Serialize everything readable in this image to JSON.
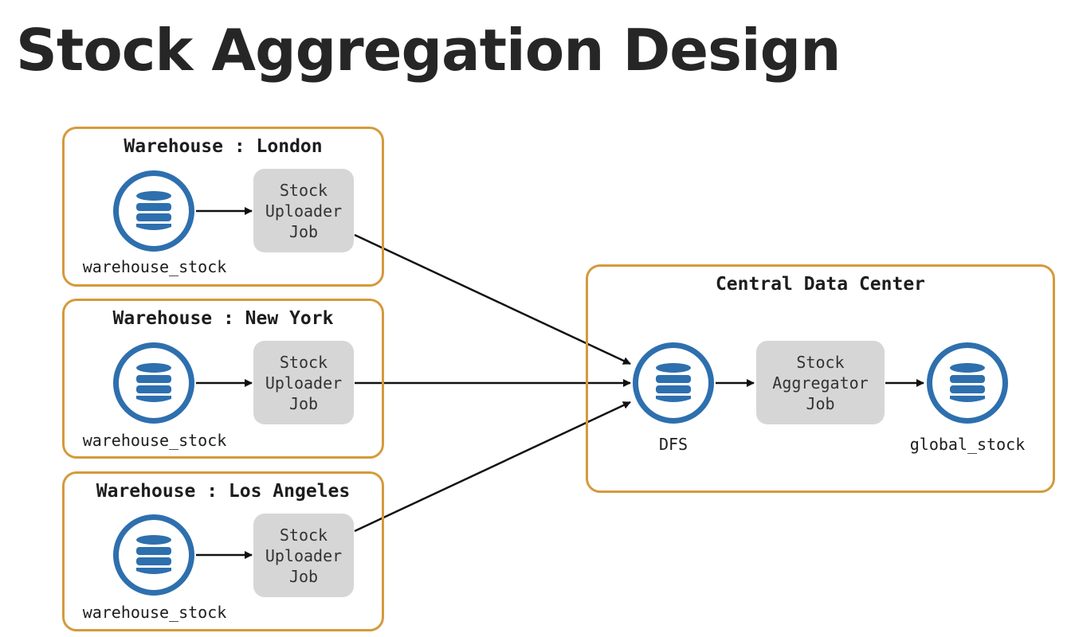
{
  "title": "Stock Aggregation Design",
  "warehouses": [
    {
      "title": "Warehouse : London",
      "db_label": "warehouse_stock",
      "job_lines": [
        "Stock",
        "Uploader",
        "Job"
      ],
      "db_icon": "database-icon"
    },
    {
      "title": "Warehouse : New York",
      "db_label": "warehouse_stock",
      "job_lines": [
        "Stock",
        "Uploader",
        "Job"
      ],
      "db_icon": "database-icon"
    },
    {
      "title": "Warehouse : Los Angeles",
      "db_label": "warehouse_stock",
      "job_lines": [
        "Stock",
        "Uploader",
        "Job"
      ],
      "db_icon": "database-icon"
    }
  ],
  "central": {
    "title": "Central Data Center",
    "dfs_label": "DFS",
    "aggregator_lines": [
      "Stock",
      "Aggregator",
      "Job"
    ],
    "global_label": "global_stock",
    "db_icon": "database-icon"
  },
  "colors": {
    "border": "#d49a3c",
    "db_blue": "#2e6fae",
    "job_fill": "#d6d6d6",
    "arrow": "#111111",
    "title_text": "#262626"
  }
}
